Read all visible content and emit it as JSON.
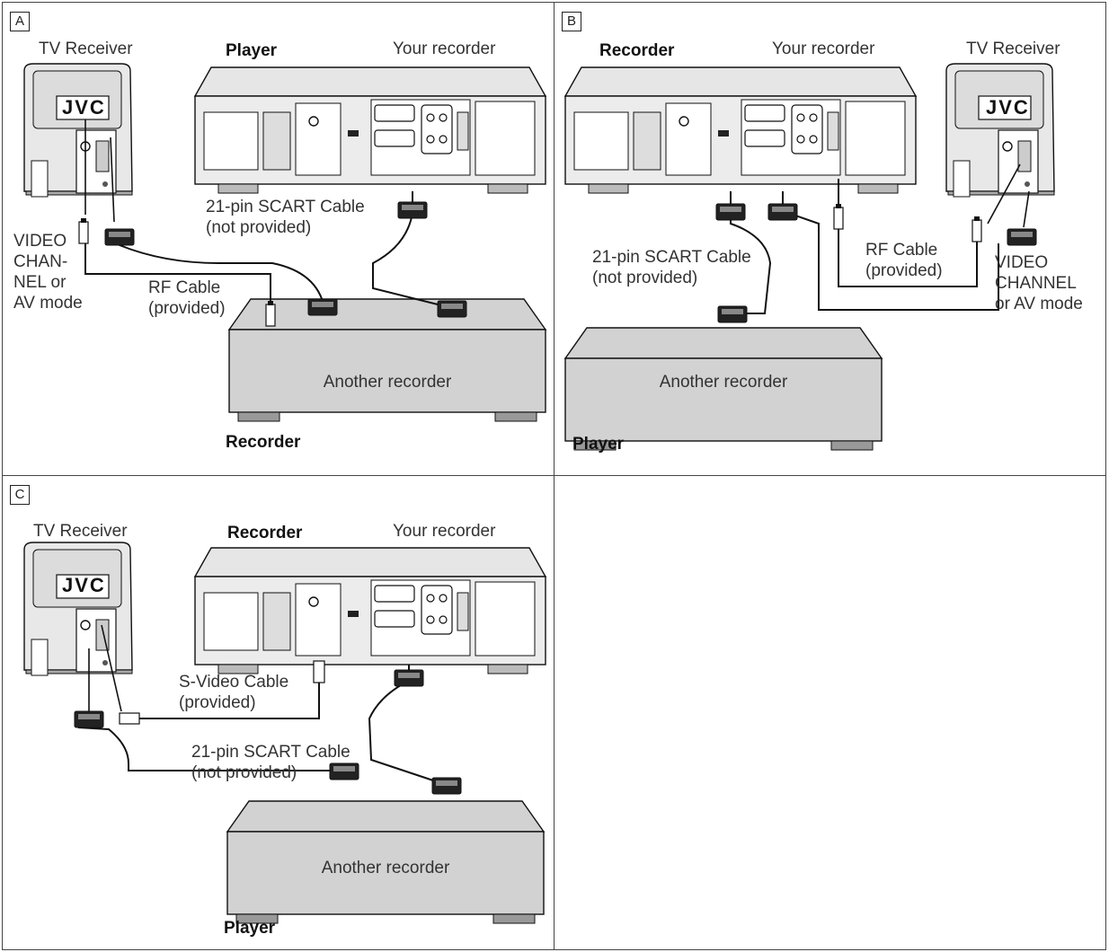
{
  "panels": {
    "a": {
      "badge": "A",
      "tv_label": "TV Receiver",
      "role_top": "Player",
      "your_recorder": "Your recorder",
      "scart_label": "21-pin SCART Cable\n(not provided)",
      "video_label": "VIDEO\nCHAN-\nNEL or\nAV mode",
      "rf_label": "RF Cable\n(provided)",
      "box_label": "Another recorder",
      "role_bottom": "Recorder"
    },
    "b": {
      "badge": "B",
      "role_top": "Recorder",
      "your_recorder": "Your recorder",
      "tv_label": "TV Receiver",
      "scart_label": "21-pin SCART Cable\n(not provided)",
      "rf_label": "RF Cable\n(provided)",
      "video_label": "VIDEO\nCHANNEL\nor AV mode",
      "box_label": "Another recorder",
      "role_bottom": "Player"
    },
    "c": {
      "badge": "C",
      "tv_label": "TV Receiver",
      "role_top": "Recorder",
      "your_recorder": "Your recorder",
      "svideo_label": "S-Video Cable\n(provided)",
      "scart_label": "21-pin SCART Cable\n(not provided)",
      "box_label": "Another recorder",
      "role_bottom": "Player"
    }
  },
  "tv_brand": "JVC",
  "colors": {
    "box_fill": "#d2d2d2",
    "device_fill": "#e6e6e6",
    "line": "#111111",
    "border": "#444444"
  }
}
